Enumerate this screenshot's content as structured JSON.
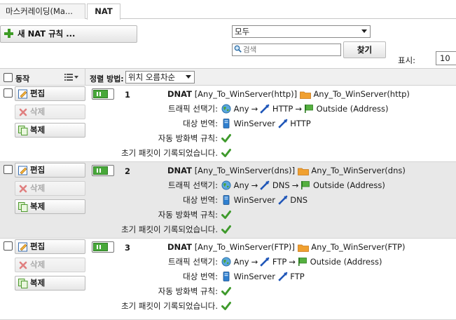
{
  "tabs": [
    {
      "label": "마스커레이딩(Ma..."
    },
    {
      "label": "NAT"
    }
  ],
  "toolbar": {
    "new_rule": "새 NAT 규칙 ...",
    "filter_value": "모두",
    "search_placeholder": "검색",
    "search_button": "찾기",
    "show_label": "표시:",
    "show_value": "10"
  },
  "header": {
    "action_label": "동작",
    "sort_label": "정렬 방법:",
    "sort_value": "위치 오름차순"
  },
  "row_actions": {
    "edit": "편집",
    "delete": "삭제",
    "copy": "복제"
  },
  "labels": {
    "traffic_selector": "트래픽 선택기:",
    "target_translation": "대상 번역:",
    "auto_firewall": "자동 방화벽 규칙:",
    "initial_packet": "초기 패킷이 기록되었습니다."
  },
  "rules": [
    {
      "position": "1",
      "type": "DNAT",
      "name": "[Any_To_WinServer(http)]",
      "group": "Any_To_WinServer(http)",
      "source": "Any",
      "service": "HTTP",
      "destination": "Outside (Address)",
      "target_host": "WinServer",
      "target_service": "HTTP"
    },
    {
      "position": "2",
      "type": "DNAT",
      "name": "[Any_To_WinServer(dns)]",
      "group": "Any_To_WinServer(dns)",
      "source": "Any",
      "service": "DNS",
      "destination": "Outside (Address)",
      "target_host": "WinServer",
      "target_service": "DNS"
    },
    {
      "position": "3",
      "type": "DNAT",
      "name": "[Any_To_WinServer(FTP)]",
      "group": "Any_To_WinServer(FTP)",
      "source": "Any",
      "service": "FTP",
      "destination": "Outside (Address)",
      "target_host": "WinServer",
      "target_service": "FTP"
    }
  ],
  "arrow": "→",
  "icons": {
    "globe": "globe-icon",
    "service": "service-plug-icon",
    "network": "network-flag-icon",
    "host": "host-icon",
    "group": "folder-icon",
    "check": "check-icon",
    "edit": "edit-icon",
    "delete": "delete-x-icon",
    "copy": "copy-icon"
  },
  "colors": {
    "toggle_on": "#48a83a",
    "check": "#3f9a2c",
    "plus": "#3d9b25",
    "folder": "#f0a030"
  }
}
